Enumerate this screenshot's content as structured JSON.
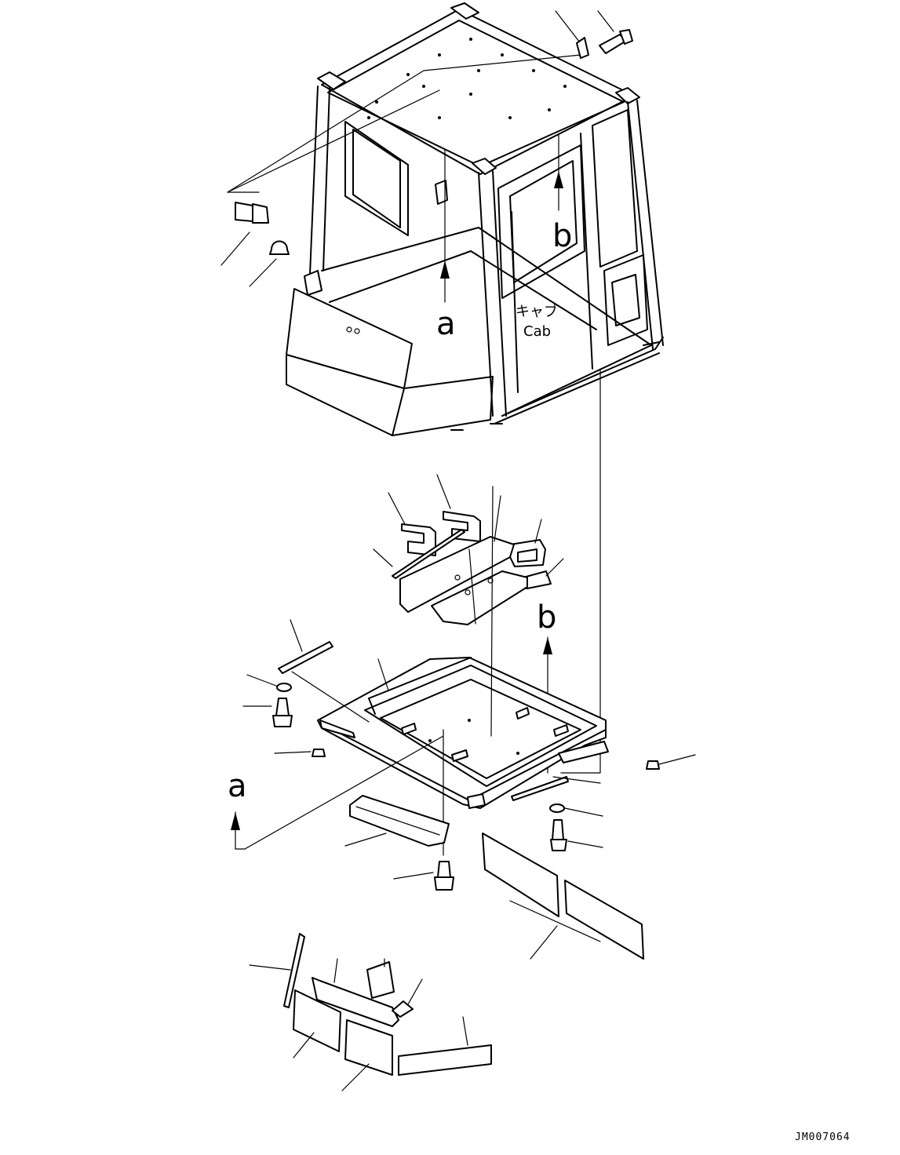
{
  "labels": {
    "a_top": "a",
    "b_top": "b",
    "b_mid": "b",
    "a_left": "a",
    "cab_jp": "キャブ",
    "cab_en": "Cab",
    "drawing_code": "JM007064"
  },
  "icons": [
    "bolt-icon",
    "clip-icon",
    "washer-icon",
    "cap-icon",
    "grommet-icon"
  ]
}
